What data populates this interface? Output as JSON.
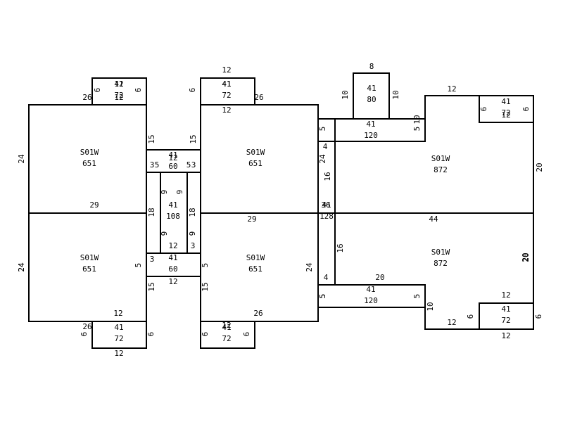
{
  "rooms": [
    {
      "name": "S01W",
      "area": "651"
    },
    {
      "name": "S01W",
      "area": "651"
    },
    {
      "name": "S01W",
      "area": "651"
    },
    {
      "name": "S01W",
      "area": "651"
    },
    {
      "name": "S01W",
      "area": "872"
    },
    {
      "name": "S01W",
      "area": "872"
    },
    {
      "name": "41",
      "area": "72"
    },
    {
      "name": "41",
      "area": "72"
    },
    {
      "name": "41",
      "area": "72"
    },
    {
      "name": "41",
      "area": "72"
    },
    {
      "name": "41",
      "area": "80"
    },
    {
      "name": "41",
      "area": "72"
    },
    {
      "name": "41",
      "area": "72"
    },
    {
      "name": "41",
      "area": "60"
    },
    {
      "name": "41",
      "area": "60"
    },
    {
      "name": "41",
      "area": "108"
    },
    {
      "name": "41",
      "area": "128"
    },
    {
      "name": "41",
      "area": "120"
    },
    {
      "name": "41",
      "area": "120"
    }
  ],
  "dimensions": [
    "26",
    "6",
    "12",
    "12",
    "6",
    "41",
    "12",
    "6",
    "26",
    "12",
    "8",
    "10",
    "10",
    "12",
    "6",
    "6",
    "12",
    "15",
    "15",
    "3",
    "5",
    "3",
    "5",
    "12",
    "24",
    "4",
    "16",
    "5",
    "5",
    "10",
    "24",
    "20",
    "24",
    "29",
    "9",
    "9",
    "18",
    "18",
    "29",
    "36",
    "44",
    "20",
    "12",
    "3",
    "5",
    "3",
    "5",
    "9",
    "9",
    "24",
    "16",
    "4",
    "20",
    "24",
    "5",
    "15",
    "15",
    "12",
    "5",
    "5",
    "10",
    "20",
    "12",
    "12",
    "26",
    "26",
    "6",
    "6",
    "6",
    "6",
    "12",
    "12",
    "12",
    "6",
    "6",
    "12"
  ]
}
